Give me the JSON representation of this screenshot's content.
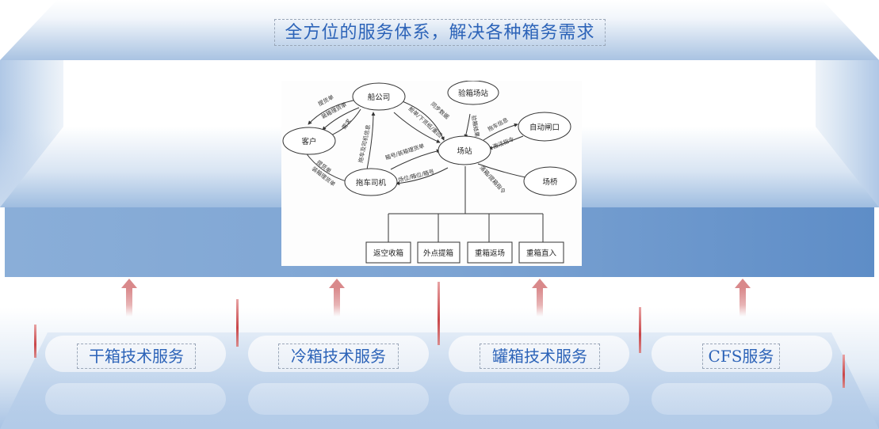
{
  "header": {
    "title": "全方位的服务体系，解决各种箱务需求"
  },
  "diagram": {
    "nodes": {
      "shipping_company": "船公司",
      "inspection_yard": "验箱场站",
      "customer": "客户",
      "yard": "场站",
      "auto_gate": "自动闸口",
      "truck_driver": "拖车司机",
      "weighbridge": "场桥"
    },
    "edges": {
      "bill": "提货单",
      "packing": "装箱理货单",
      "demand": "需求",
      "bill2": "提货单",
      "packing2": "装箱理货单",
      "tow_info": "拖车及司机信息",
      "sync": "同步数据",
      "booking": "舱单/下货纸/重回",
      "inspect": "验箱结果",
      "tow_info2": "拖车信息",
      "activate": "激活指令",
      "box_no": "箱号/装箱理货单",
      "pos": "场位/箱位/箱号",
      "lift": "落箱/提箱指令"
    },
    "leaves": [
      "返空收箱",
      "外点提箱",
      "重箱返场",
      "重箱直入"
    ]
  },
  "services": [
    "干箱技术服务",
    "冷箱技术服务",
    "罐箱技术服务",
    "CFS服务"
  ]
}
